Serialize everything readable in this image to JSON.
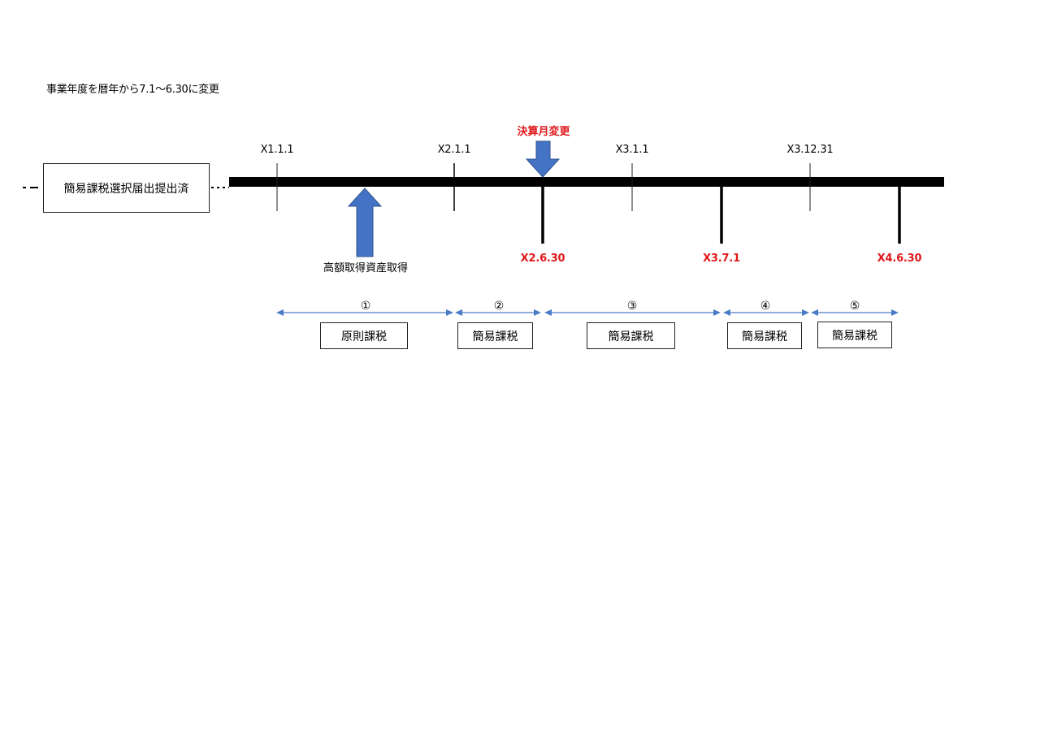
{
  "title": "事業年度を暦年から7.1〜6.30に変更",
  "filing_box": "簡易課税選択届出提出済",
  "top_dates": [
    "X1.1.1",
    "X2.1.1",
    "X3.1.1",
    "X3.12.31"
  ],
  "fiscal_end_dates": [
    "X2.6.30",
    "X3.7.1",
    "X4.6.30"
  ],
  "closing_month_change_label": "決算月変更",
  "asset_acquisition_label": "高額取得資産取得",
  "periods": [
    {
      "number": "①",
      "method": "原則課税"
    },
    {
      "number": "②",
      "method": "簡易課税"
    },
    {
      "number": "③",
      "method": "簡易課税"
    },
    {
      "number": "④",
      "method": "簡易課税"
    },
    {
      "number": "⑤",
      "method": "簡易課税"
    }
  ],
  "colors": {
    "arrow_fill": "#4472c4",
    "arrow_stroke": "#2f528f",
    "red_text": "#e0181b",
    "period_arrow": "#4a7bc8",
    "timeline": "#000000"
  },
  "icons": {
    "asset_arrow": "arrow-up-icon",
    "change_arrow": "arrow-down-icon"
  }
}
